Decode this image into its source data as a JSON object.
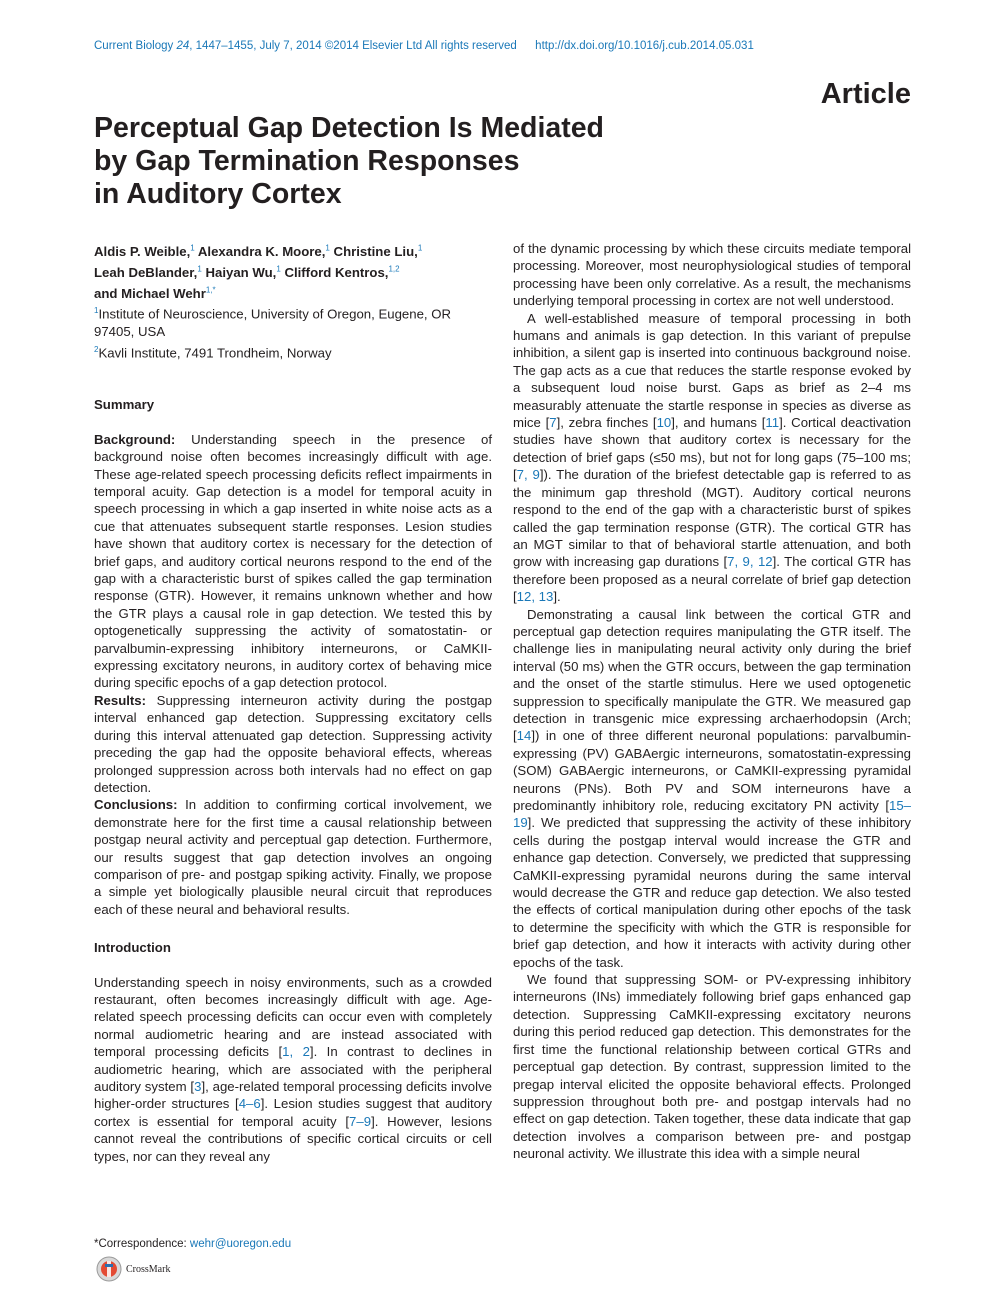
{
  "header": {
    "journal": "Current Biology",
    "volume": "24",
    "pages_date": "1447–1455, July 7, 2014",
    "copyright": "©2014 Elsevier Ltd All rights reserved",
    "doi": "http://dx.doi.org/10.1016/j.cub.2014.05.031"
  },
  "article_type": "Article",
  "title_lines": [
    "Perceptual Gap Detection Is Mediated",
    "by Gap Termination Responses",
    "in Auditory Cortex"
  ],
  "authors": [
    {
      "name": "Aldis P. Weible,",
      "sup": "1"
    },
    {
      "name": "Alexandra K. Moore,",
      "sup": "1"
    },
    {
      "name": "Christine Liu,",
      "sup": "1"
    },
    {
      "name": "Leah DeBlander,",
      "sup": "1"
    },
    {
      "name": "Haiyan Wu,",
      "sup": "1"
    },
    {
      "name": "Clifford Kentros,",
      "sup": "1,2"
    },
    {
      "name": "and Michael Wehr",
      "sup": "1,*"
    }
  ],
  "affiliations": [
    {
      "sup": "1",
      "text": "Institute of Neuroscience, University of Oregon, Eugene, OR 97405, USA"
    },
    {
      "sup": "2",
      "text": "Kavli Institute, 7491 Trondheim, Norway"
    }
  ],
  "summary": {
    "heading": "Summary",
    "background_label": "Background:",
    "background_text": "Understanding speech in the presence of background noise often becomes increasingly difficult with age. These age-related speech processing deficits reflect impairments in temporal acuity. Gap detection is a model for temporal acuity in speech processing in which a gap inserted in white noise acts as a cue that attenuates subsequent startle responses. Lesion studies have shown that auditory cortex is necessary for the detection of brief gaps, and auditory cortical neurons respond to the end of the gap with a characteristic burst of spikes called the gap termination response (GTR). However, it remains unknown whether and how the GTR plays a causal role in gap detection. We tested this by optogenetically suppressing the activity of somatostatin- or parvalbumin-expressing inhibitory interneurons, or CaMKII-expressing excitatory neurons, in auditory cortex of behaving mice during specific epochs of a gap detection protocol.",
    "results_label": "Results:",
    "results_text": "Suppressing interneuron activity during the postgap interval enhanced gap detection. Suppressing excitatory cells during this interval attenuated gap detection. Suppressing activity preceding the gap had the opposite behavioral effects, whereas prolonged suppression across both intervals had no effect on gap detection.",
    "conclusions_label": "Conclusions:",
    "conclusions_text": "In addition to confirming cortical involvement, we demonstrate here for the first time a causal relationship between postgap neural activity and perceptual gap detection. Furthermore, our results suggest that gap detection involves an ongoing comparison of pre- and postgap spiking activity. Finally, we propose a simple yet biologically plausible neural circuit that reproduces each of these neural and behavioral results."
  },
  "introduction": {
    "heading": "Introduction",
    "p1_a": "Understanding speech in noisy environments, such as a crowded restaurant, often becomes increasingly difficult with age. Age-related speech processing deficits can occur even with completely normal audiometric hearing and are instead associated with temporal processing deficits [",
    "p1_r1": "1, 2",
    "p1_b": "]. In contrast to declines in audiometric hearing, which are associated with the peripheral auditory system [",
    "p1_r2": "3",
    "p1_c": "], age-related temporal processing deficits involve higher-order structures [",
    "p1_r3": "4–6",
    "p1_d": "]. Lesion studies suggest that auditory cortex is essential for temporal acuity [",
    "p1_r4": "7–9",
    "p1_e": "]. However, lesions cannot reveal the contributions of specific cortical circuits or cell types, nor can they reveal any"
  },
  "right_col": {
    "p0": "of the dynamic processing by which these circuits mediate temporal processing. Moreover, most neurophysiological studies of temporal processing have been only correlative. As a result, the mechanisms underlying temporal processing in cortex are not well understood.",
    "p1_a": "A well-established measure of temporal processing in both humans and animals is gap detection. In this variant of prepulse inhibition, a silent gap is inserted into continuous background noise. The gap acts as a cue that reduces the startle response evoked by a subsequent loud noise burst. Gaps as brief as 2–4 ms measurably attenuate the startle response in species as diverse as mice [",
    "p1_r1": "7",
    "p1_b": "], zebra finches [",
    "p1_r2": "10",
    "p1_c": "], and humans [",
    "p1_r3": "11",
    "p1_d": "]. Cortical deactivation studies have shown that auditory cortex is necessary for the detection of brief gaps (≤50 ms), but not for long gaps (75–100 ms; [",
    "p1_r4": "7, 9",
    "p1_e": "]). The duration of the briefest detectable gap is referred to as the minimum gap threshold (MGT). Auditory cortical neurons respond to the end of the gap with a characteristic burst of spikes called the gap termination response (GTR). The cortical GTR has an MGT similar to that of behavioral startle attenuation, and both grow with increasing gap durations [",
    "p1_r5": "7, 9, 12",
    "p1_f": "]. The cortical GTR has therefore been proposed as a neural correlate of brief gap detection [",
    "p1_r6": "12, 13",
    "p1_g": "].",
    "p2_a": "Demonstrating a causal link between the cortical GTR and perceptual gap detection requires manipulating the GTR itself. The challenge lies in manipulating neural activity only during the brief interval (50 ms) when the GTR occurs, between the gap termination and the onset of the startle stimulus. Here we used optogenetic suppression to specifically manipulate the GTR. We measured gap detection in transgenic mice expressing archaerhodopsin (Arch; [",
    "p2_r1": "14",
    "p2_b": "]) in one of three different neuronal populations: parvalbumin-expressing (PV) GABAergic interneurons, somatostatin-expressing (SOM) GABAergic interneurons, or CaMKII-expressing pyramidal neurons (PNs). Both PV and SOM interneurons have a predominantly inhibitory role, reducing excitatory PN activity [",
    "p2_r2": "15–19",
    "p2_c": "]. We predicted that suppressing the activity of these inhibitory cells during the postgap interval would increase the GTR and enhance gap detection. Conversely, we predicted that suppressing CaMKII-expressing pyramidal neurons during the same interval would decrease the GTR and reduce gap detection. We also tested the effects of cortical manipulation during other epochs of the task to determine the specificity with which the GTR is responsible for brief gap detection, and how it interacts with activity during other epochs of the task.",
    "p3": "We found that suppressing SOM- or PV-expressing inhibitory interneurons (INs) immediately following brief gaps enhanced gap detection. Suppressing CaMKII-expressing excitatory neurons during this period reduced gap detection. This demonstrates for the first time the functional relationship between cortical GTRs and perceptual gap detection. By contrast, suppression limited to the pregap interval elicited the opposite behavioral effects. Prolonged suppression throughout both pre- and postgap intervals had no effect on gap detection. Taken together, these data indicate that gap detection involves a comparison between pre- and postgap neuronal activity. We illustrate this idea with a simple neural"
  },
  "correspondence": {
    "label": "*Correspondence:",
    "email": "wehr@uoregon.edu"
  },
  "crossmark": {
    "label": "CrossMark"
  }
}
